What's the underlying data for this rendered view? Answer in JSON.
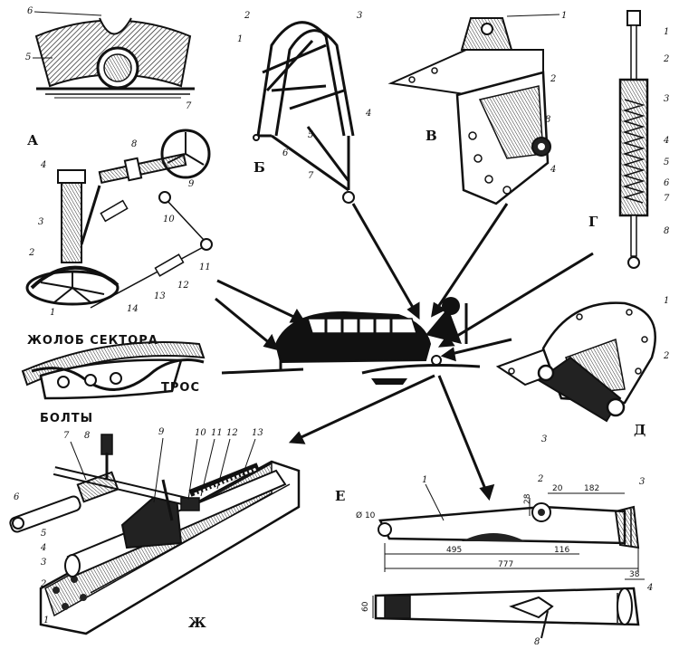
{
  "panel_labels": {
    "a": "А",
    "b": "Б",
    "v": "В",
    "g": "Г",
    "d": "Д",
    "e": "Е",
    "zh": "Ж"
  },
  "captions": {
    "sector_groove": "ЖОЛОБ СЕКТОРА",
    "cable": "ТРОС",
    "bolts": "БОЛТЫ"
  },
  "part_numbers": {
    "top_detail": [
      "6",
      "5",
      "7"
    ],
    "panel_a": [
      "4",
      "8",
      "9",
      "3",
      "10",
      "2",
      "11",
      "12",
      "13",
      "14",
      "1"
    ],
    "panel_b": [
      "2",
      "3",
      "1",
      "4",
      "6",
      "5",
      "7"
    ],
    "panel_v": [
      "1",
      "2",
      "8",
      "4"
    ],
    "panel_g": [
      "1",
      "2",
      "3",
      "4",
      "5",
      "6",
      "7",
      "8"
    ],
    "panel_d": [
      "1",
      "2",
      "3"
    ],
    "panel_e": [
      "1",
      "2",
      "3",
      "4",
      "8"
    ],
    "panel_zh": [
      "7",
      "8",
      "9",
      "10",
      "11",
      "12",
      "13",
      "6",
      "5",
      "4",
      "3",
      "2",
      "1"
    ]
  },
  "dimensions": {
    "diameter": "Ø 10",
    "d28": "28",
    "d20": "20",
    "d182": "182",
    "d495": "495",
    "d116": "116",
    "d777": "777",
    "d38": "38",
    "d60": "60"
  }
}
